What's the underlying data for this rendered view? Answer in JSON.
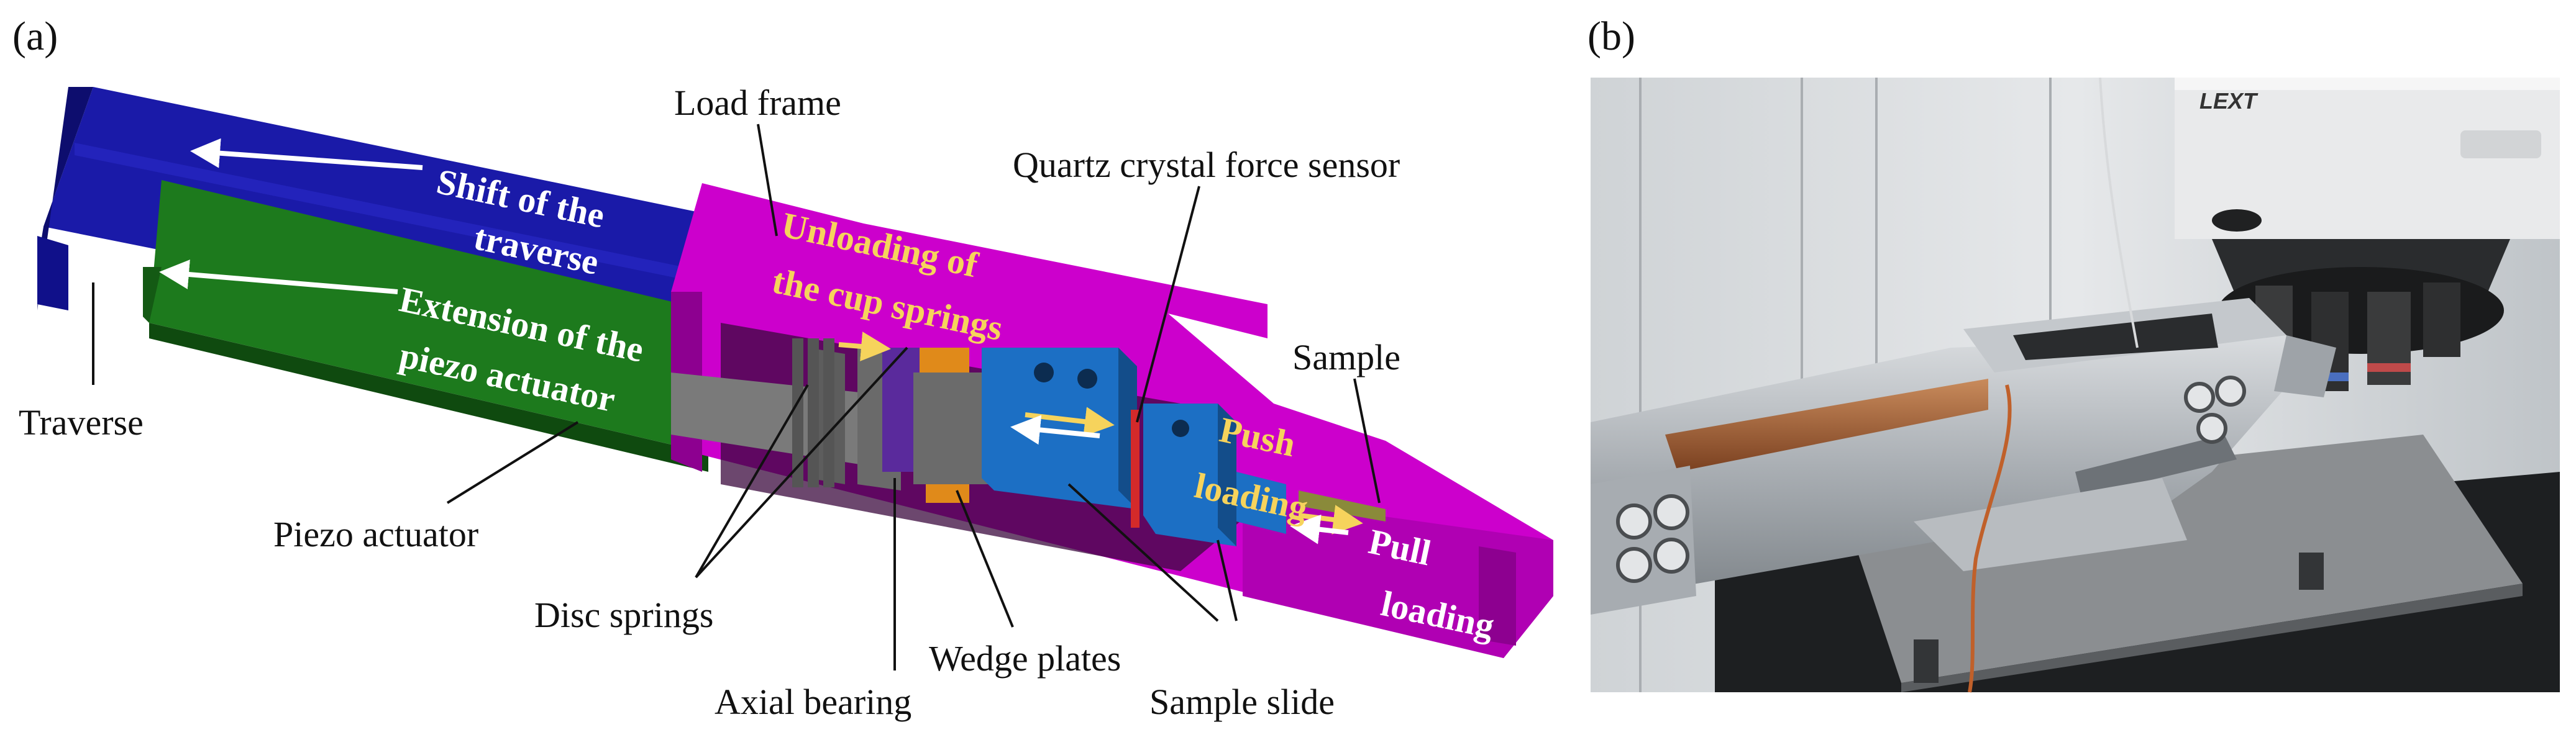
{
  "panel_a": {
    "label": "(a)",
    "labels": {
      "load_frame": "Load frame",
      "quartz_sensor": "Quartz crystal force sensor",
      "sample": "Sample",
      "traverse": "Traverse",
      "piezo_actuator": "Piezo actuator",
      "disc_springs": "Disc springs",
      "axial_bearing": "Axial bearing",
      "wedge_plates": "Wedge plates",
      "sample_slide": "Sample slide"
    },
    "annotations": {
      "shift_line1": "Shift of the",
      "shift_line2": "traverse",
      "extension_line1": "Extension of the",
      "extension_line2": "piezo actuator",
      "unloading_line1": "Unloading of",
      "unloading_line2": "the cup springs",
      "push_line1": "Push",
      "push_line2": "loading",
      "pull_line1": "Pull",
      "pull_line2": "loading"
    },
    "colors": {
      "traverse": "#1a1aa8",
      "piezo": "#1d7a1d",
      "load_frame": "#cc00cc",
      "sample_slide": "#1c6fc4",
      "wedge": "#e08a1a",
      "annotation_yellow": "#f6d35c",
      "arrow_white": "#ffffff"
    }
  },
  "panel_b": {
    "label": "(b)",
    "brand_text": "LEXT"
  }
}
